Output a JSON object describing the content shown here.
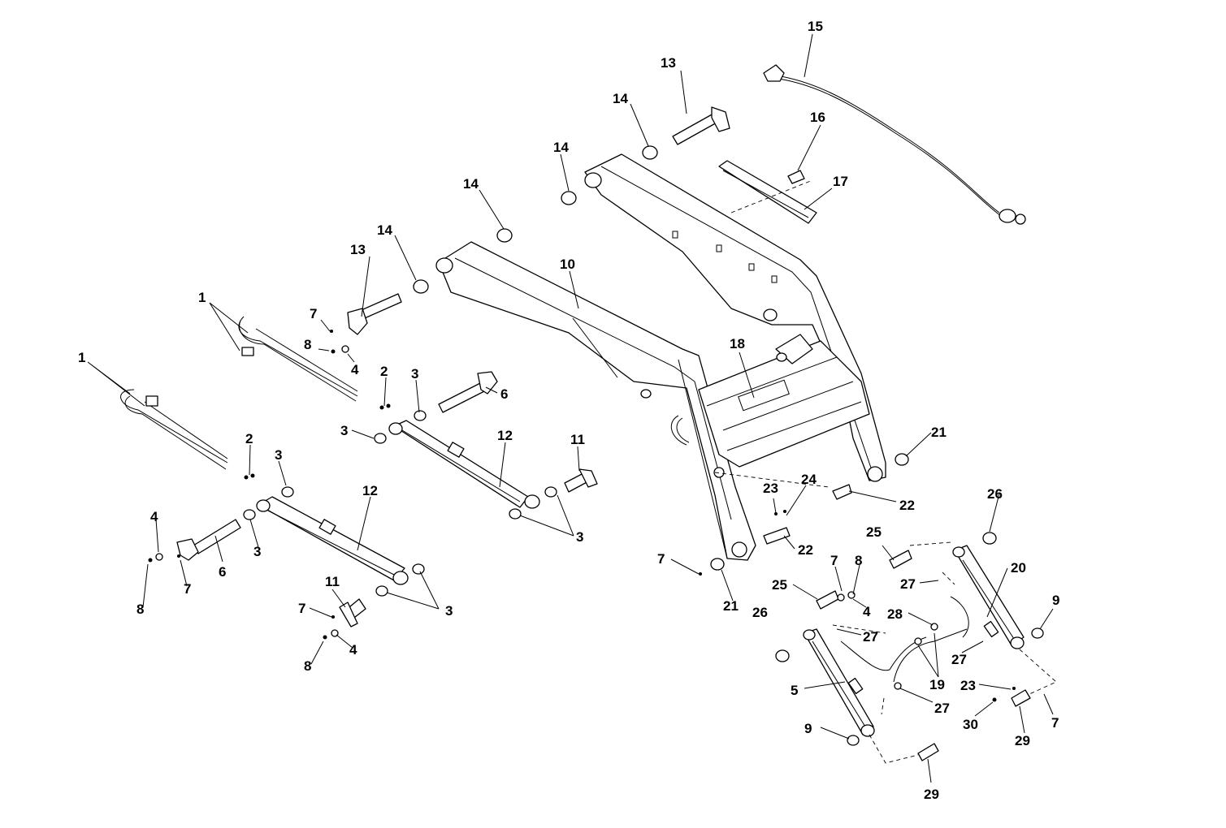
{
  "callouts": [
    {
      "id": "c1a",
      "label": "1"
    },
    {
      "id": "c1b",
      "label": "1"
    },
    {
      "id": "c2a",
      "label": "2"
    },
    {
      "id": "c2b",
      "label": "2"
    },
    {
      "id": "c3a",
      "label": "3"
    },
    {
      "id": "c3b",
      "label": "3"
    },
    {
      "id": "c3c",
      "label": "3"
    },
    {
      "id": "c3d",
      "label": "3"
    },
    {
      "id": "c3e",
      "label": "3"
    },
    {
      "id": "c3f",
      "label": "3"
    },
    {
      "id": "c4a",
      "label": "4"
    },
    {
      "id": "c4b",
      "label": "4"
    },
    {
      "id": "c4c",
      "label": "4"
    },
    {
      "id": "c4d",
      "label": "4"
    },
    {
      "id": "c5",
      "label": "5"
    },
    {
      "id": "c6a",
      "label": "6"
    },
    {
      "id": "c6b",
      "label": "6"
    },
    {
      "id": "c7a",
      "label": "7"
    },
    {
      "id": "c7b",
      "label": "7"
    },
    {
      "id": "c7c",
      "label": "7"
    },
    {
      "id": "c7d",
      "label": "7"
    },
    {
      "id": "c7e",
      "label": "7"
    },
    {
      "id": "c7f",
      "label": "7"
    },
    {
      "id": "c8a",
      "label": "8"
    },
    {
      "id": "c8b",
      "label": "8"
    },
    {
      "id": "c8c",
      "label": "8"
    },
    {
      "id": "c8d",
      "label": "8"
    },
    {
      "id": "c9a",
      "label": "9"
    },
    {
      "id": "c9b",
      "label": "9"
    },
    {
      "id": "c10",
      "label": "10"
    },
    {
      "id": "c11a",
      "label": "11"
    },
    {
      "id": "c11b",
      "label": "11"
    },
    {
      "id": "c12a",
      "label": "12"
    },
    {
      "id": "c12b",
      "label": "12"
    },
    {
      "id": "c13a",
      "label": "13"
    },
    {
      "id": "c13b",
      "label": "13"
    },
    {
      "id": "c14a",
      "label": "14"
    },
    {
      "id": "c14b",
      "label": "14"
    },
    {
      "id": "c14c",
      "label": "14"
    },
    {
      "id": "c14d",
      "label": "14"
    },
    {
      "id": "c15",
      "label": "15"
    },
    {
      "id": "c16",
      "label": "16"
    },
    {
      "id": "c17",
      "label": "17"
    },
    {
      "id": "c18",
      "label": "18"
    },
    {
      "id": "c19",
      "label": "19"
    },
    {
      "id": "c20",
      "label": "20"
    },
    {
      "id": "c21a",
      "label": "21"
    },
    {
      "id": "c21b",
      "label": "21"
    },
    {
      "id": "c22a",
      "label": "22"
    },
    {
      "id": "c22b",
      "label": "22"
    },
    {
      "id": "c23a",
      "label": "23"
    },
    {
      "id": "c23b",
      "label": "23"
    },
    {
      "id": "c24",
      "label": "24"
    },
    {
      "id": "c25a",
      "label": "25"
    },
    {
      "id": "c25b",
      "label": "25"
    },
    {
      "id": "c26a",
      "label": "26"
    },
    {
      "id": "c26b",
      "label": "26"
    },
    {
      "id": "c27a",
      "label": "27"
    },
    {
      "id": "c27b",
      "label": "27"
    },
    {
      "id": "c27c",
      "label": "27"
    },
    {
      "id": "c27d",
      "label": "27"
    },
    {
      "id": "c28",
      "label": "28"
    },
    {
      "id": "c29a",
      "label": "29"
    },
    {
      "id": "c29b",
      "label": "29"
    },
    {
      "id": "c30",
      "label": "30"
    }
  ]
}
